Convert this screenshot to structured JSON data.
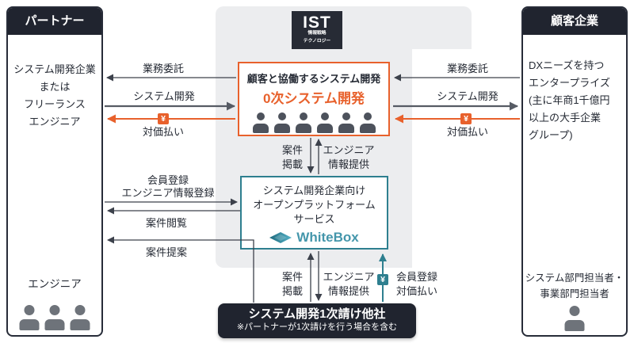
{
  "diagram": {
    "ist_logo": {
      "main": "IST",
      "sub1": "情報戦略",
      "sub2": "テクノロジー"
    },
    "partner": {
      "header": "パートナー",
      "body": [
        "システム開発企業",
        "または",
        "フリーランス",
        "エンジニア"
      ],
      "engineer_label": "エンジニア"
    },
    "customer": {
      "header": "顧客企業",
      "body": [
        "DXニーズを持つ",
        "エンタープライズ",
        "(主に年商1千億円",
        "以上の大手企業",
        "グループ)"
      ],
      "contact": [
        "システム部門担当者・",
        "事業部門担当者"
      ]
    },
    "dev_box": {
      "line1": "顧客と協働するシステム開発",
      "line2": "0次システム開発"
    },
    "platform_box": {
      "lines": [
        "システム開発企業向け",
        "オープンプラットフォーム",
        "サービス"
      ],
      "logo": "WhiteBox"
    },
    "subcontractor_box": {
      "title": "システム開発1次請け他社",
      "note": "※パートナーが1次請けを行う場合を含む"
    },
    "edges": {
      "left_outsource": "業務委託",
      "left_sysdev": "システム開発",
      "left_pay": "対価払い",
      "right_outsource": "業務委託",
      "right_sysdev": "システム開発",
      "right_pay": "対価払い",
      "top_post": [
        "案件",
        "掲載"
      ],
      "top_info": [
        "エンジニア",
        "情報提供"
      ],
      "register": [
        "会員登録",
        "エンジニア情報登録"
      ],
      "view": "案件閲覧",
      "propose": "案件提案",
      "bottom_post": [
        "案件",
        "掲載"
      ],
      "bottom_info": [
        "エンジニア",
        "情報提供"
      ],
      "bottom_pay": [
        "会員登録",
        "対価払い"
      ],
      "yen": "¥"
    },
    "colors": {
      "orange": "#E8612C",
      "teal": "#2E7F8F",
      "dark": "#20242F",
      "panel_gray": "#ECEDEF",
      "logo_teal": "#4496AB",
      "arrow_dark": "#3C414B",
      "arrow_gray": "#565B64"
    }
  }
}
